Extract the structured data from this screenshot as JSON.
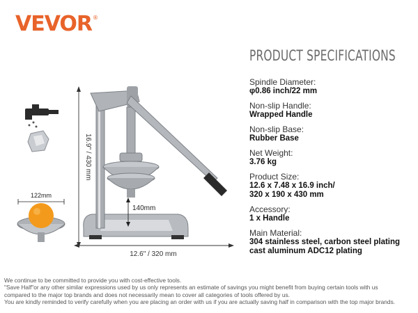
{
  "brand": {
    "name": "VEVOR",
    "mark": "®"
  },
  "section_title": "PRODUCT SPECIFICATIONS",
  "specs": [
    {
      "label": "Spindle Diameter:",
      "value": "φ0.86 inch/22 mm"
    },
    {
      "label": "Non-slip Handle:",
      "value": "Wrapped Handle"
    },
    {
      "label": "Non-slip Base:",
      "value": "Rubber Base"
    },
    {
      "label": "Net Weight:",
      "value": "3.76 kg"
    },
    {
      "label": "Product Size:",
      "value": "12.6 x 7.48 x 16.9 inch/",
      "value2": "320 x 190 x 430 mm"
    },
    {
      "label": "Accessory:",
      "value": "1 x Handle"
    },
    {
      "label": "Main Material:",
      "value": "304 stainless steel, carbon steel plating",
      "value2": "cast aluminum ADC12 plating"
    }
  ],
  "dimensions": {
    "height": "16.9\" / 430 mm",
    "width": "12.6\" / 320 mm",
    "clearance": "140mm",
    "cup": "122mm"
  },
  "disclaimer": [
    "We continue to be committed to provide you with cost-effective tools.",
    "\"Save Half\"or any other similar expressions used by us only represents an estimate of savings you might benefit from buying certain tools with us",
    "compared to the major top brands and does not necessarily mean to cover all categories of tools offered by us.",
    "You are kindly reminded to verify carefully when you are placing an order with us if you are actually saving half in comparison with the top major brands."
  ],
  "colors": {
    "brand": "#e8632a",
    "orange": "#f39a1c",
    "steel": "#b8bcc0"
  }
}
